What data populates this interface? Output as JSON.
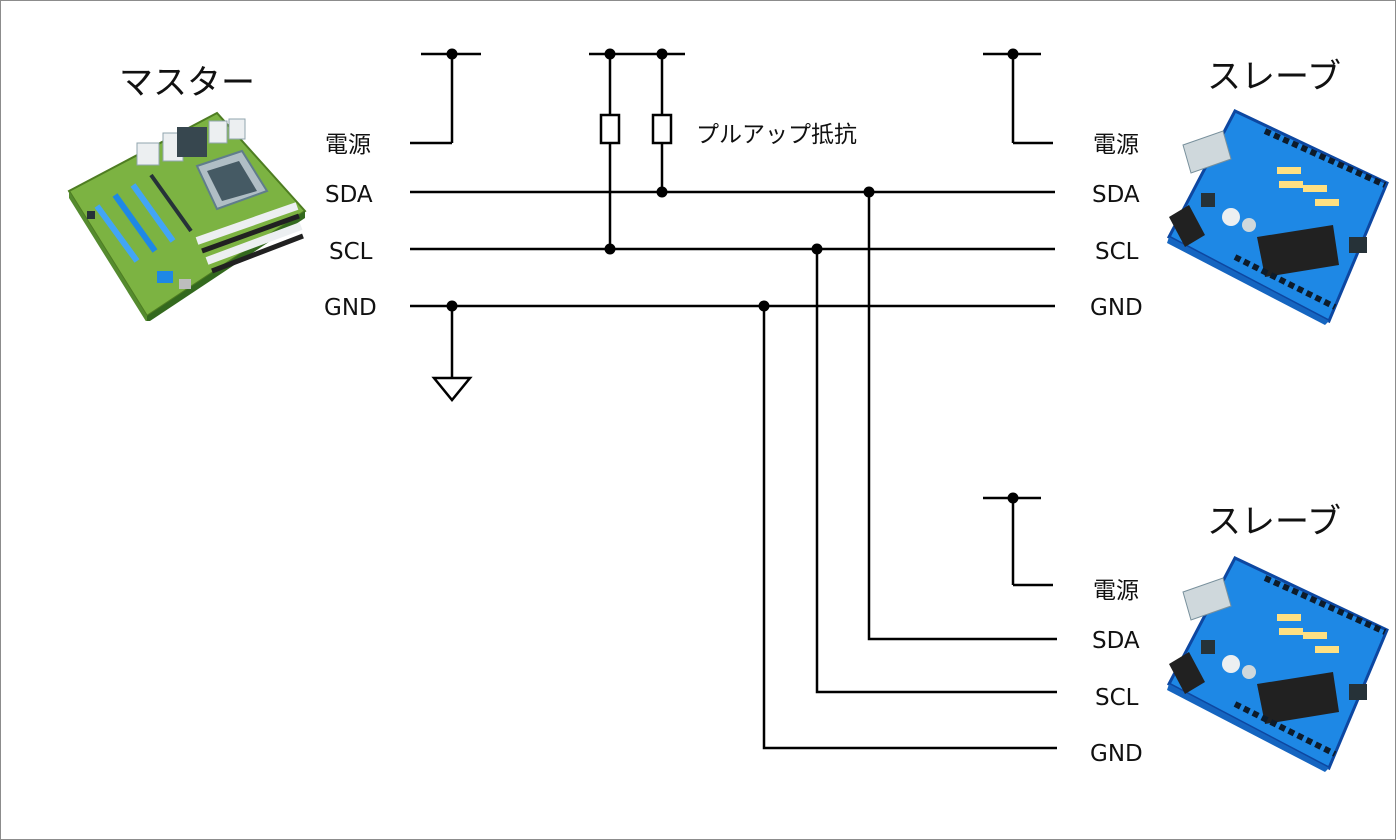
{
  "master": {
    "title": "マスター",
    "icon": "motherboard-icon"
  },
  "slave1": {
    "title": "スレーブ",
    "icon": "arduino-board-icon"
  },
  "slave2": {
    "title": "スレーブ",
    "icon": "arduino-board-icon"
  },
  "pins": {
    "power": "電源",
    "sda": "SDA",
    "scl": "SCL",
    "gnd": "GND"
  },
  "pullup_label": "プルアップ抵抗",
  "colors": {
    "wire": "#000000",
    "board_green": "#7cb342",
    "board_blue": "#1e88e5",
    "slot_blue": "#42a5f5"
  }
}
